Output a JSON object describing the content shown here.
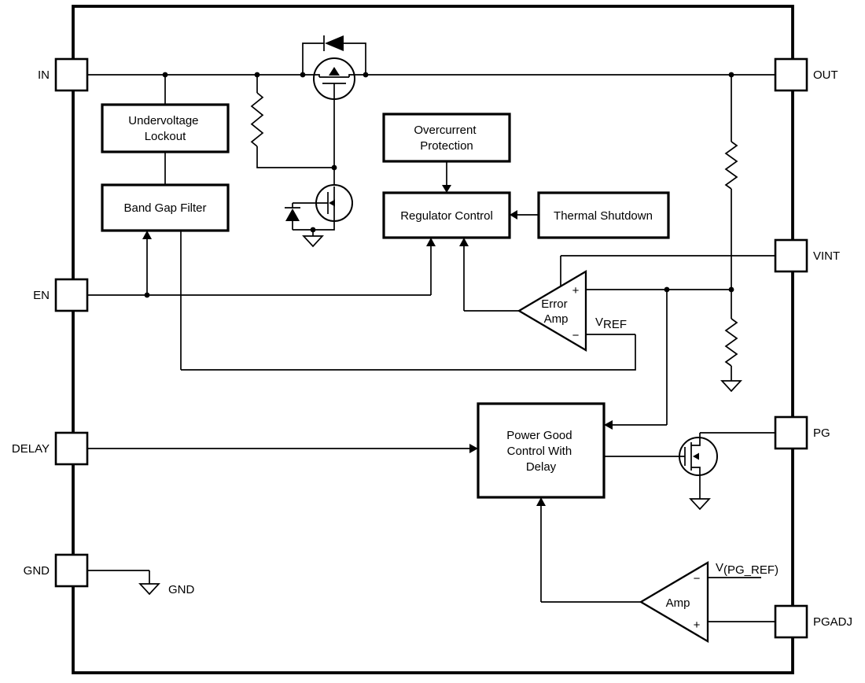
{
  "pins": {
    "in": "IN",
    "out": "OUT",
    "en": "EN",
    "vint": "VINT",
    "delay": "DELAY",
    "pg": "PG",
    "gnd": "GND",
    "pgadj": "PGADJ"
  },
  "blocks": {
    "uvlo": {
      "line1": "Undervoltage",
      "line2": "Lockout"
    },
    "bandgap": {
      "line1": "Band Gap Filter"
    },
    "ocp": {
      "line1": "Overcurrent",
      "line2": "Protection"
    },
    "regctrl": {
      "line1": "Regulator Control"
    },
    "thermal": {
      "line1": "Thermal Shutdown"
    },
    "pgood": {
      "line1": "Power Good",
      "line2": "Control With",
      "line3": "Delay"
    }
  },
  "amps": {
    "error": {
      "line1": "Error",
      "line2": "Amp",
      "plus": "+",
      "minus": "−"
    },
    "pg": {
      "label": "Amp",
      "plus": "+",
      "minus": "−"
    }
  },
  "labels": {
    "vref": {
      "base": "V",
      "sub": "REF"
    },
    "vpgref": {
      "base": "V",
      "sub": "(PG_REF)"
    },
    "gnd": "GND"
  }
}
